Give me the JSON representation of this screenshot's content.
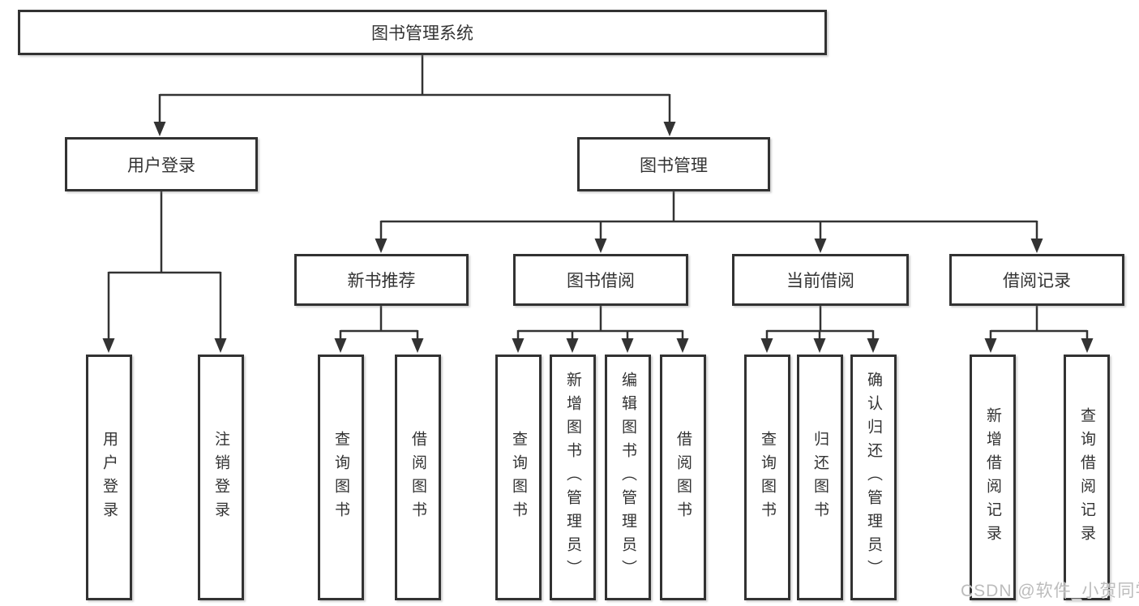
{
  "diagram": {
    "title": "图书管理系统",
    "level2": [
      {
        "label": "用户登录"
      },
      {
        "label": "图书管理"
      }
    ],
    "level3": [
      {
        "label": "新书推荐"
      },
      {
        "label": "图书借阅"
      },
      {
        "label": "当前借阅"
      },
      {
        "label": "借阅记录"
      }
    ],
    "leaves": {
      "user_login_children": [
        "用户登录",
        "注销登录"
      ],
      "new_book_children": [
        "查询图书",
        "借阅图书"
      ],
      "book_borrow_children": [
        "查询图书",
        "新增图书（管理员）",
        "编辑图书（管理员）",
        "借阅图书"
      ],
      "current_borrow_children": [
        "查询图书",
        "归还图书",
        "确认归还（管理员）"
      ],
      "borrow_record_children": [
        "新增借阅记录",
        "查询借阅记录"
      ]
    },
    "watermark": "CSDN @软件_小贺同学",
    "colors": {
      "line": "#333333",
      "box_border": "#323232",
      "text": "#333333",
      "watermark": "#bcbcbc",
      "background": "#ffffff"
    }
  }
}
